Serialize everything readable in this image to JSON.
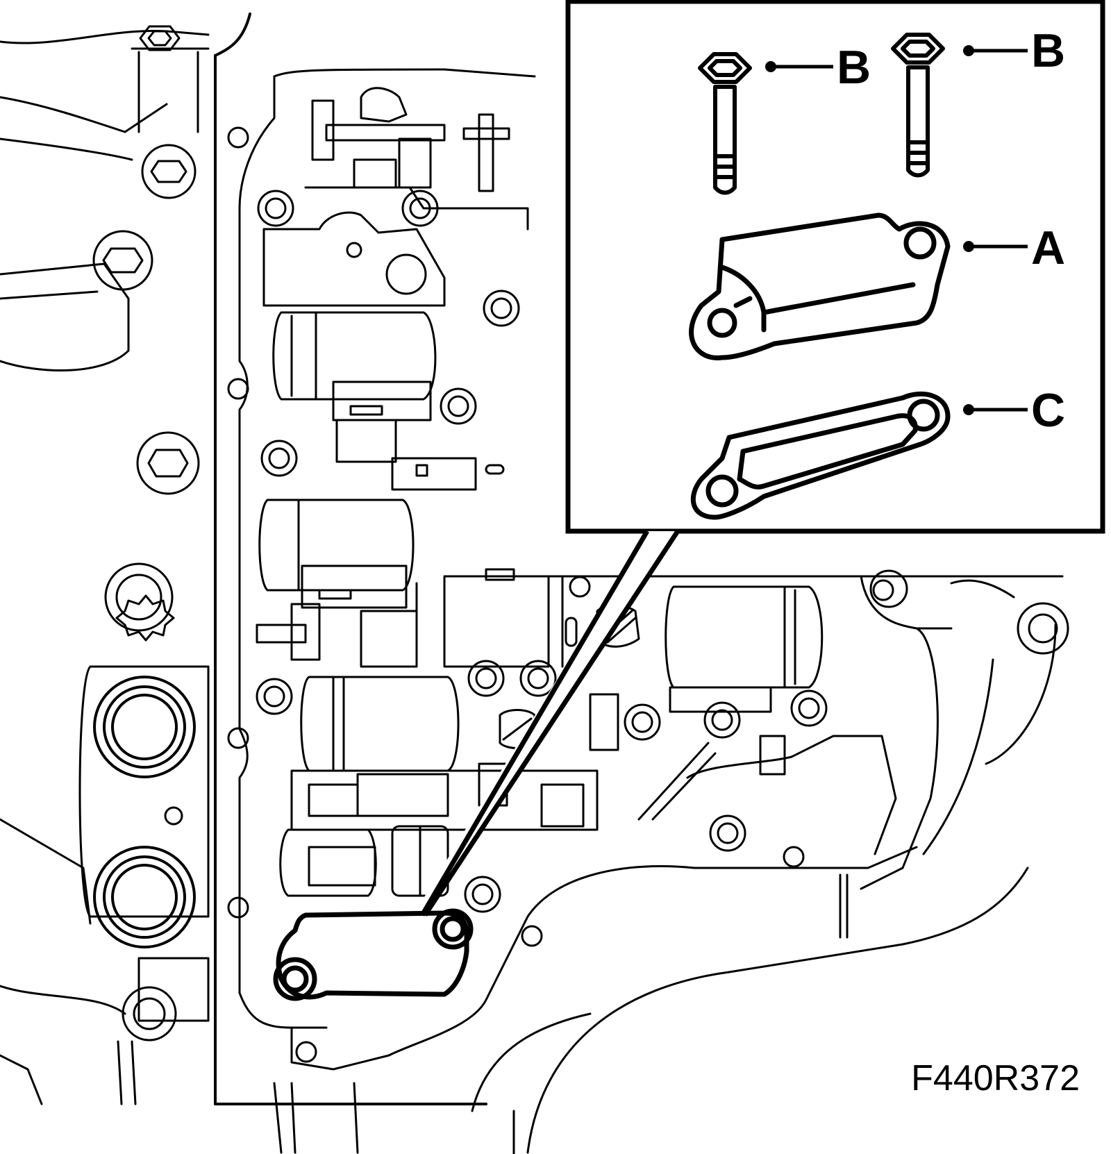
{
  "figure": {
    "code": "F440R372",
    "callouts": [
      {
        "id": "B1",
        "letter": "B",
        "part": "bolt"
      },
      {
        "id": "B2",
        "letter": "B",
        "part": "bolt"
      },
      {
        "id": "A",
        "letter": "A",
        "part": "cover"
      },
      {
        "id": "C",
        "letter": "C",
        "part": "gasket"
      }
    ]
  },
  "colors": {
    "line": "#000000",
    "background": "#ffffff"
  }
}
